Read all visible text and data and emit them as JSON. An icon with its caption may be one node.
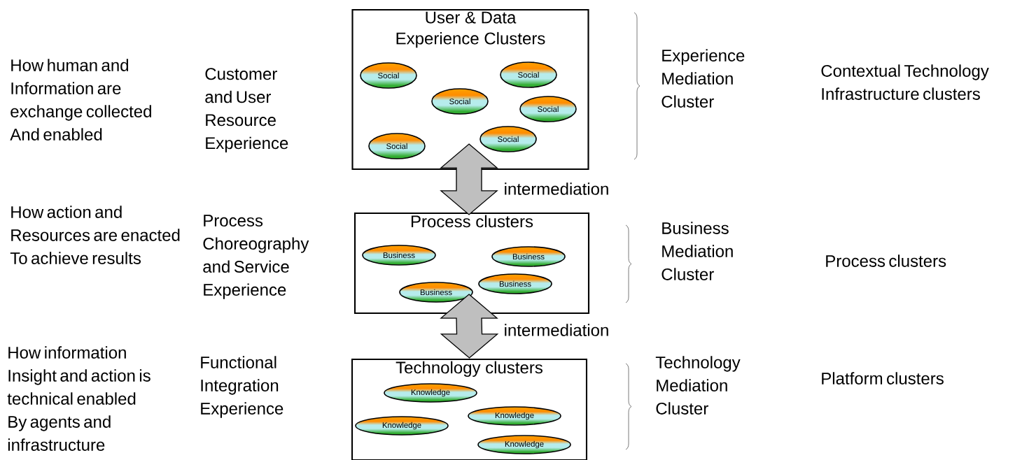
{
  "diagram": {
    "nodes": [
      {
        "text": [
          "User & Data Experience Clusters"
        ]
      },
      {
        "text": [
          "Social"
        ],
        "in": 0
      },
      {
        "text": [
          "Social"
        ],
        "in": 0
      },
      {
        "text": [
          "Social"
        ],
        "in": 0
      },
      {
        "text": [
          "Social"
        ],
        "in": 0
      },
      {
        "text": [
          "Social"
        ],
        "in": 0
      },
      {
        "text": [
          "Social"
        ],
        "in": 0
      },
      {
        "text": [
          "Process clusters"
        ]
      },
      {
        "text": [
          "Business"
        ],
        "in": 7
      },
      {
        "text": [
          "Business"
        ],
        "in": 7
      },
      {
        "text": [
          "Business"
        ],
        "in": 7
      },
      {
        "text": [
          "Business"
        ],
        "in": 7
      },
      {
        "text": [
          "Technology clusters"
        ]
      },
      {
        "text": [
          "Knowledge"
        ],
        "in": 12
      },
      {
        "text": [
          "Knowledge"
        ],
        "in": 12
      },
      {
        "text": [
          "Knowledge"
        ],
        "in": 12
      },
      {
        "text": [
          "Knowledge"
        ],
        "in": 12
      }
    ],
    "edges": [
      {
        "from": 0,
        "to": 7,
        "arrow": "both",
        "label": "intermediation"
      },
      {
        "from": 7,
        "to": 12,
        "arrow": "both",
        "label": "intermediation"
      }
    ],
    "labels": [
      "How human and Information are exchange collected And enabled",
      "Customer and User Resource Experience",
      "Experience Mediation Cluster",
      "Contextual Technology Infrastructure clusters",
      "How action and Resources are enacted To achieve results",
      "Process Choreography and Service Experience",
      "Business Mediation Cluster",
      "Process clusters",
      "How information Insight and action is technical enabled By agents and infrastructure",
      "Functional Integration Experience",
      "Technology Mediation Cluster",
      "Platform clusters"
    ]
  }
}
